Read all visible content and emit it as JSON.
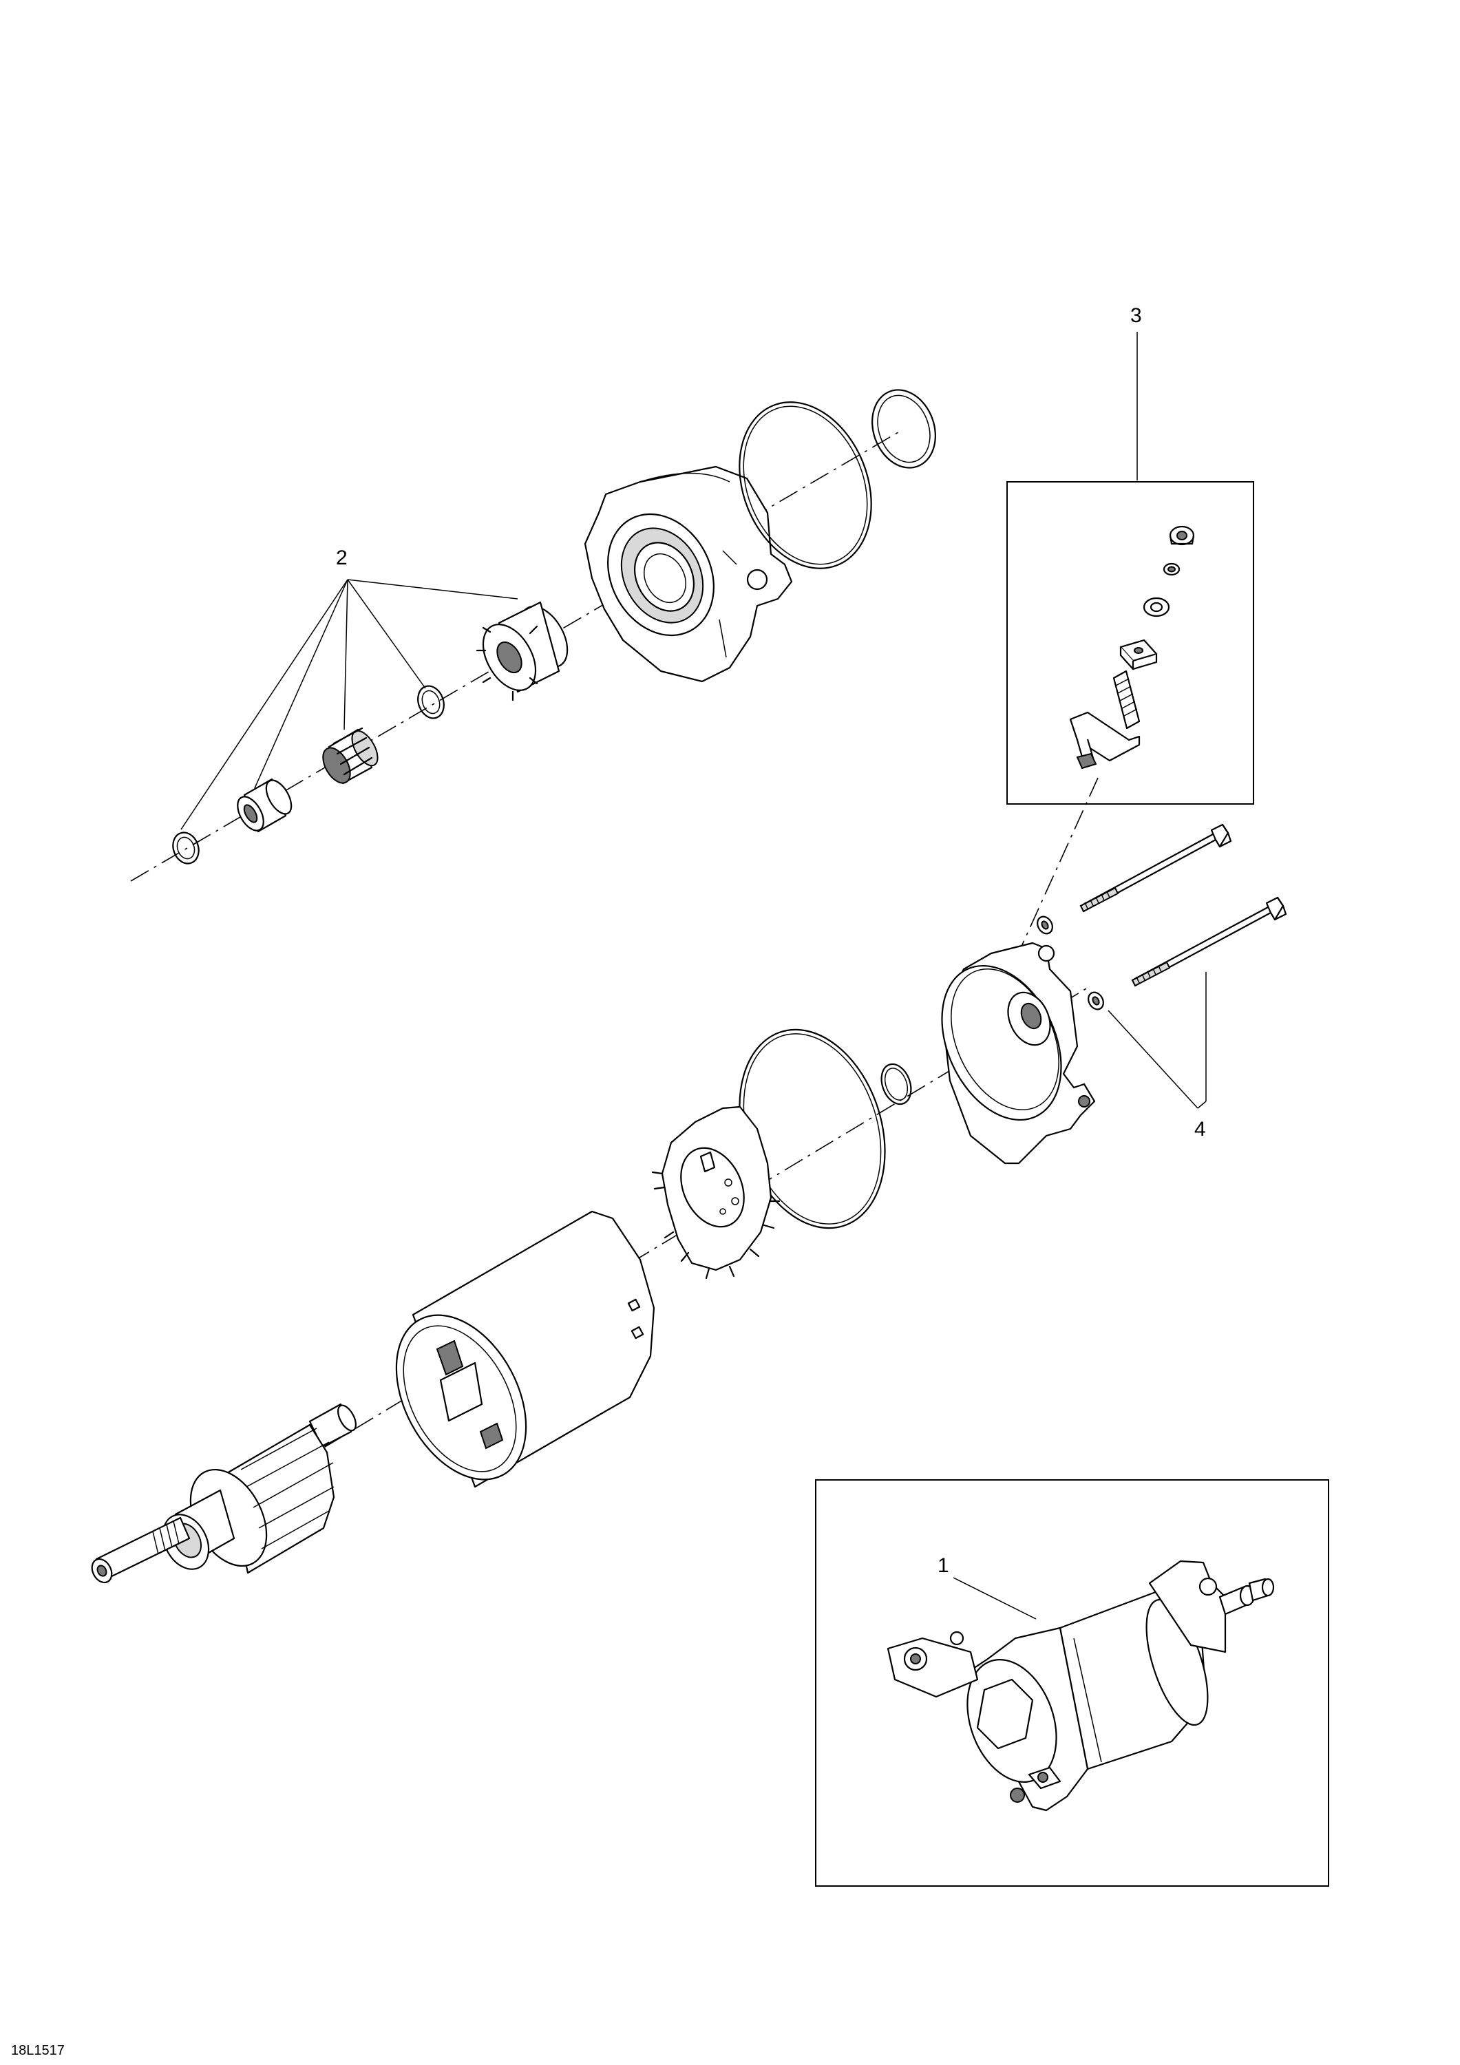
{
  "callouts": {
    "c1": "1",
    "c2": "2",
    "c3": "3",
    "c4": "4"
  },
  "drawing_code": "18L1517"
}
